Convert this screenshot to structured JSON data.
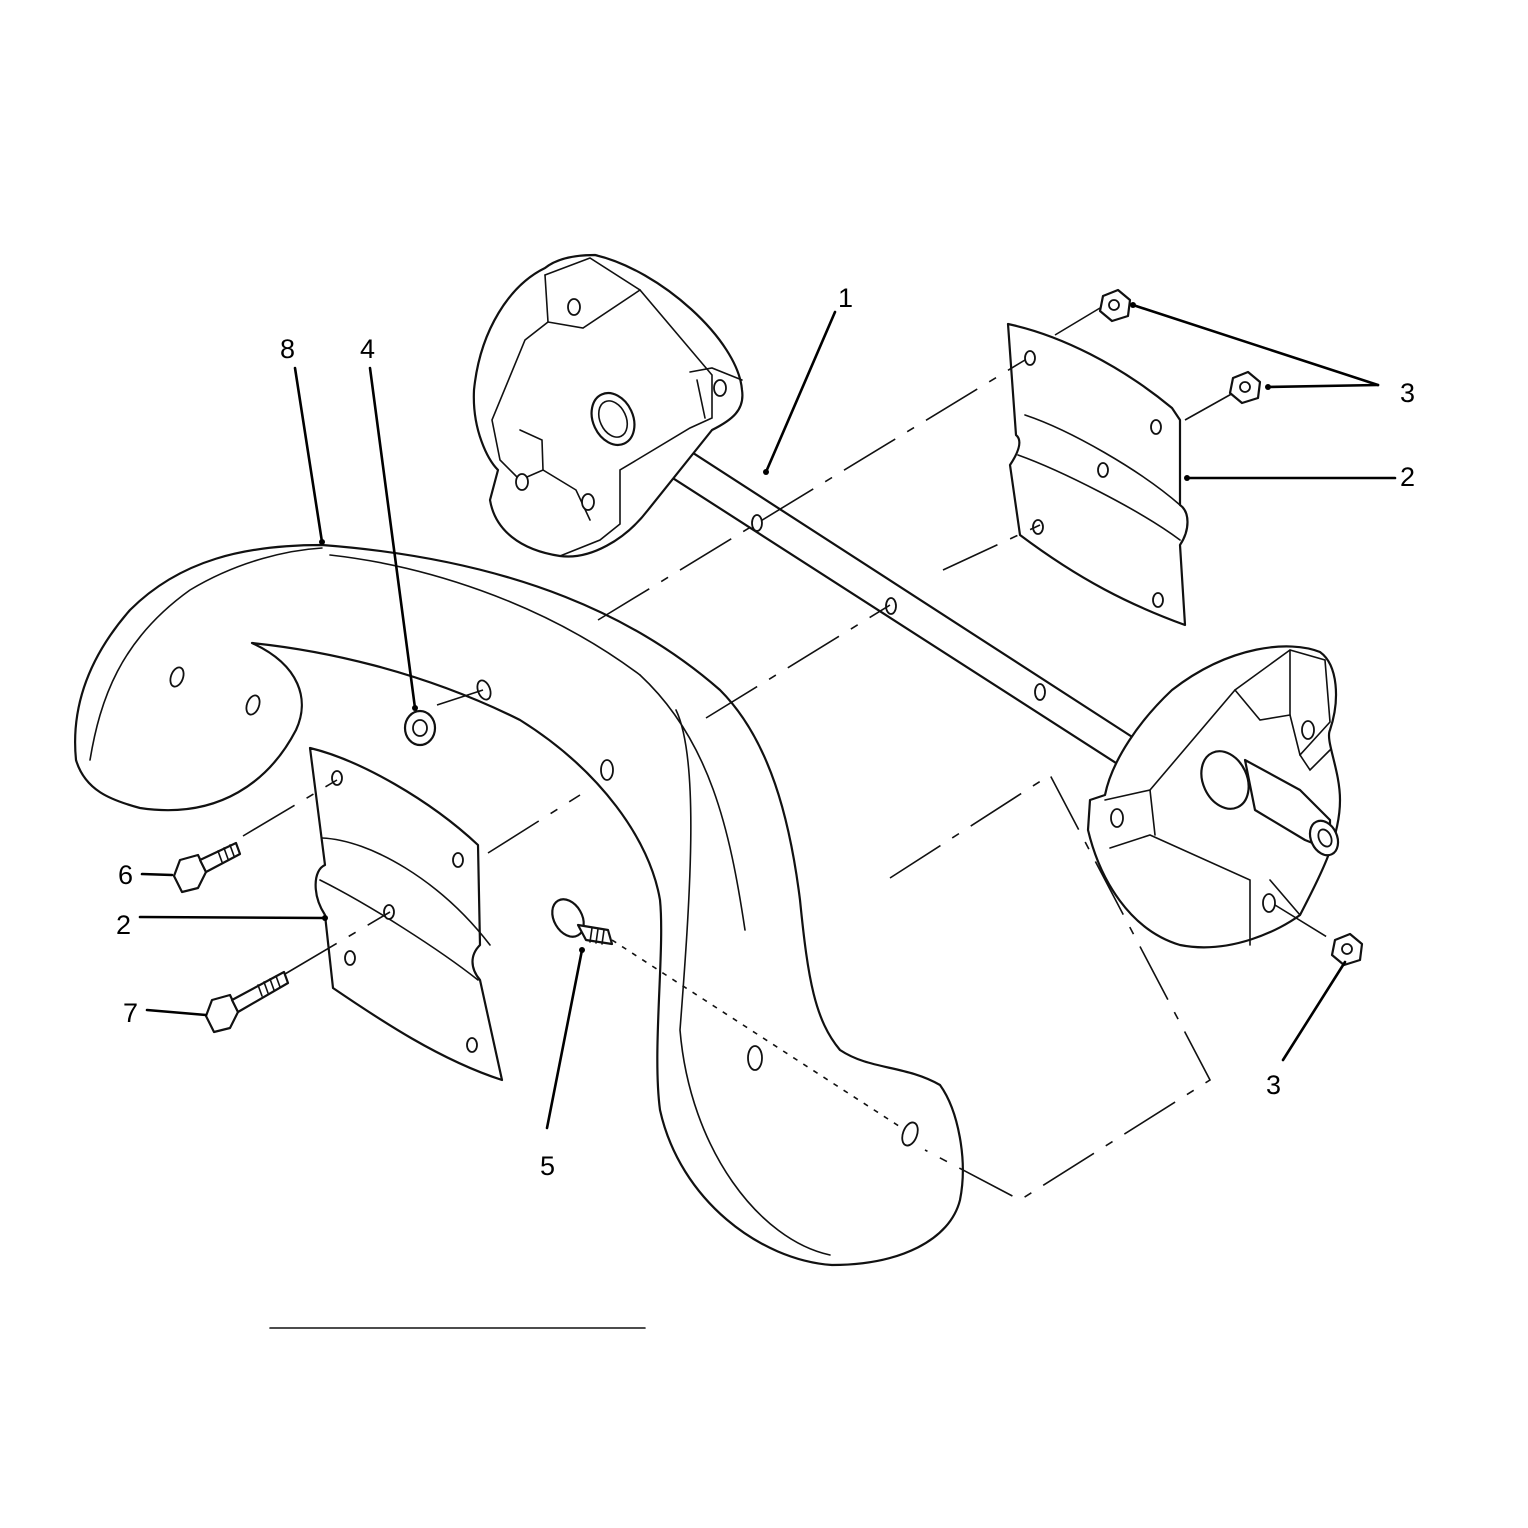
{
  "callouts": {
    "c1": "1",
    "c2_right": "2",
    "c2_left": "2",
    "c3_top": "3",
    "c3_bottom": "3",
    "c4": "4",
    "c5": "5",
    "c6": "6",
    "c7": "7",
    "c8": "8"
  }
}
